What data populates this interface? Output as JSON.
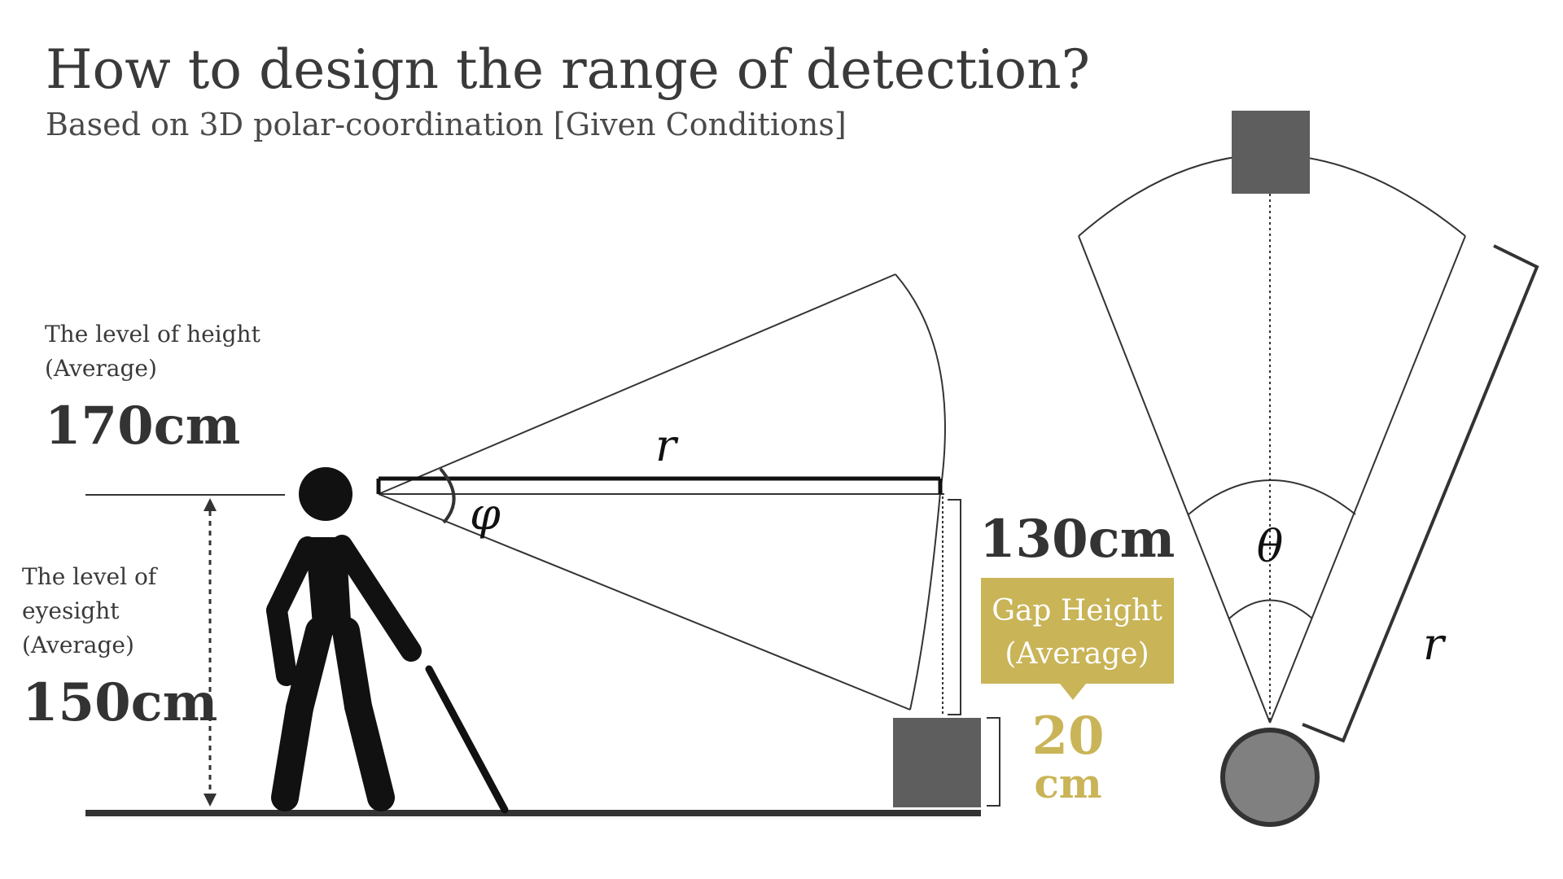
{
  "header": {
    "title": "How to design the range of detection?",
    "subtitle": "Based on 3D polar-coordination [Given Conditions]"
  },
  "height_note": {
    "line1": "The level of height",
    "line2": "(Average)",
    "value": "170cm"
  },
  "eyesight_note": {
    "line1": "The level of",
    "line2": "eyesight",
    "line3": "(Average)",
    "value": "150cm"
  },
  "side_view": {
    "radius_symbol": "r",
    "angle_symbol": "φ",
    "gap_span_value": "130cm"
  },
  "gap_callout": {
    "line1": "Gap Height",
    "line2": "(Average)"
  },
  "obstacle_height": {
    "number": "20",
    "unit": "cm"
  },
  "top_view": {
    "angle_symbol": "θ",
    "radius_symbol": "r"
  },
  "colors": {
    "ink": "#111111",
    "text": "#3a3a3a",
    "obstacle": "#5e5e5e",
    "head_circle": "#808080",
    "gold": "#c9b457",
    "ground": "#333333"
  },
  "icons": [
    "walking-person-with-cane-icon",
    "obstacle-box-icon"
  ]
}
